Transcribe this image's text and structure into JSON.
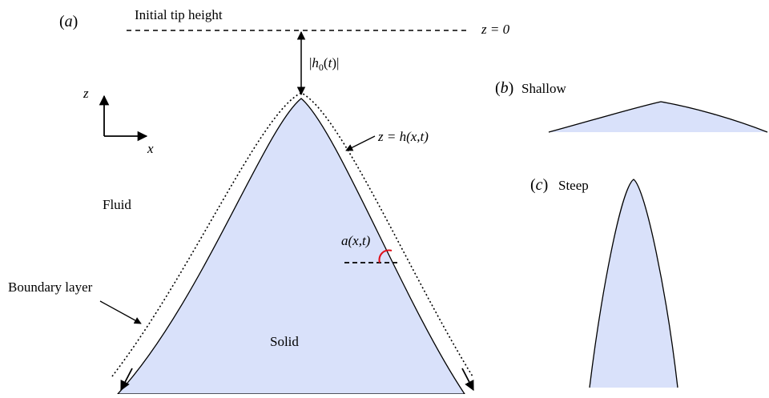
{
  "panels": {
    "a": {
      "tag": "(",
      "letter": "a",
      "close": ")"
    },
    "b": {
      "tag": "(",
      "letter": "b",
      "close": ")",
      "caption": "Shallow"
    },
    "c": {
      "tag": "(",
      "letter": "c",
      "close": ")",
      "caption": "Steep"
    }
  },
  "labels": {
    "initial_tip": "Initial tip height",
    "z_zero": "z = 0",
    "h0": {
      "pre": "|",
      "var": "h",
      "sub": "0",
      "arg_open": "(",
      "arg": "t",
      "arg_close": ")|"
    },
    "surface": "z = h(x,t)",
    "angle": "a(x,t)",
    "fluid": "Fluid",
    "solid": "Solid",
    "boundary_layer": "Boundary layer",
    "axis_z": "z",
    "axis_x": "x"
  },
  "colors": {
    "solid_fill": "#d9e1fa",
    "angle_arc": "#e0101a",
    "stroke": "#000000"
  }
}
